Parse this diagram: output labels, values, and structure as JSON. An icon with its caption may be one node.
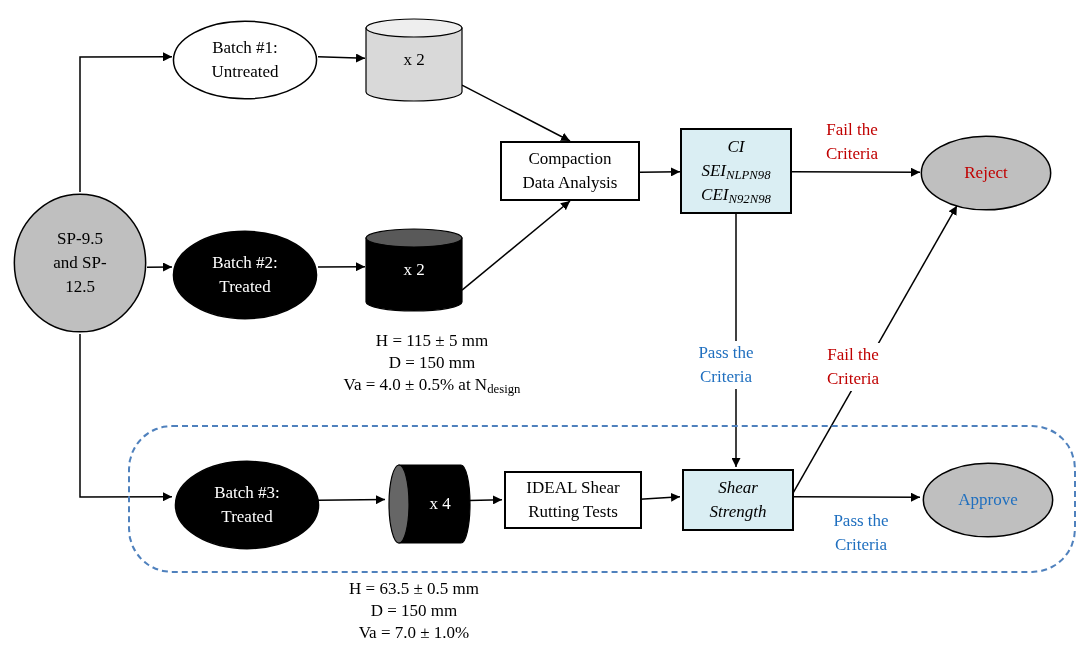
{
  "diagram": {
    "nodes": [
      {
        "text": [
          "SP-9.5 and SP-12.5"
        ]
      },
      {
        "text": [
          "Batch #1: Untreated"
        ]
      },
      {
        "text": [
          "x 2"
        ]
      },
      {
        "text": [
          "Batch #2: Treated"
        ]
      },
      {
        "text": [
          "x 2"
        ],
        "beside": [
          "H = 115 ± 5 mm",
          "D = 150 mm",
          "Va = 4.0 ± 0.5% at N$_{design}$"
        ]
      },
      {
        "text": [
          "Compaction Data Analysis"
        ]
      },
      {
        "text": [
          "CI",
          "SEI$_{NLPN98}$",
          "CEI$_{N92N98}$"
        ]
      },
      {
        "text": [
          "Reject"
        ]
      },
      {
        "text": [],
        "shape": "box"
      },
      {
        "text": [
          "Batch #3: Treated"
        ],
        "in": 8
      },
      {
        "text": [
          "x 4"
        ],
        "in": 8,
        "beside": [
          "H = 63.5 ± 0.5 mm",
          "D = 150 mm",
          "Va = 7.0 ± 1.0%"
        ]
      },
      {
        "text": [
          "IDEAL  Shear Rutting Tests"
        ],
        "in": 8
      },
      {
        "text": [
          "Shear Strength"
        ],
        "in": 8
      },
      {
        "text": [
          "Approve"
        ],
        "in": 8
      }
    ],
    "edges": [
      {
        "from": 0,
        "to": 1,
        "arrow": "to"
      },
      {
        "from": 0,
        "to": 3,
        "arrow": "to"
      },
      {
        "from": 0,
        "to": 9,
        "arrow": "to"
      },
      {
        "from": 1,
        "to": 2,
        "arrow": "to"
      },
      {
        "from": 3,
        "to": 4,
        "arrow": "to"
      },
      {
        "from": 2,
        "to": 5,
        "arrow": "to"
      },
      {
        "from": 4,
        "to": 5,
        "arrow": "to"
      },
      {
        "from": 5,
        "to": 6,
        "arrow": "to"
      },
      {
        "from": 6,
        "to": 7,
        "arrow": "to",
        "label": "Fail the Criteria"
      },
      {
        "from": 6,
        "to": 12,
        "arrow": "to",
        "label": "Pass the Criteria"
      },
      {
        "from": 12,
        "to": 7,
        "arrow": "to",
        "label": "Fail the Criteria"
      },
      {
        "from": 12,
        "to": 13,
        "arrow": "to",
        "label": "Pass the Criteria"
      },
      {
        "from": 9,
        "to": 10,
        "arrow": "to"
      },
      {
        "from": 10,
        "to": 11,
        "arrow": "to"
      },
      {
        "from": 11,
        "to": 12,
        "arrow": "to"
      }
    ]
  }
}
